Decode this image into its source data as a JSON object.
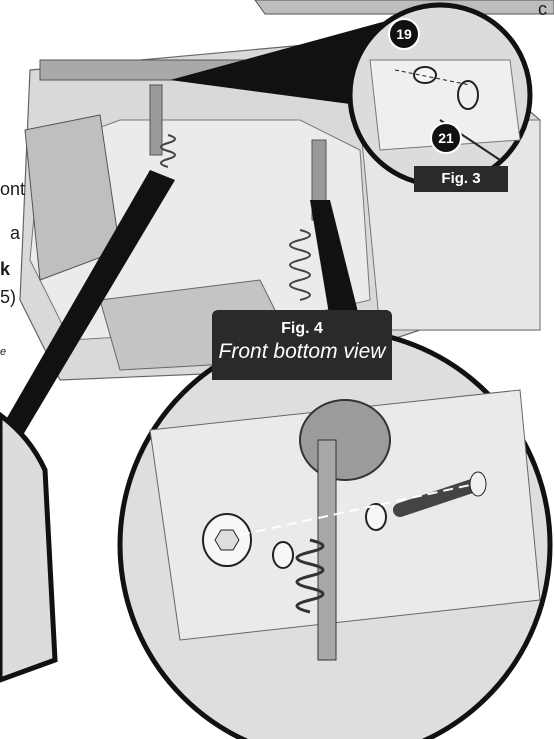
{
  "top_fragment": "c",
  "left_text_fragments": [
    "ont",
    "a",
    "k",
    "5)",
    "e"
  ],
  "fig3": {
    "label": "Fig. 3",
    "callouts": [
      "19",
      "21"
    ]
  },
  "fig4": {
    "label": "Fig. 4",
    "caption": "Front bottom view"
  },
  "colors": {
    "line_art": "#1a1a1a",
    "shade": "#cfcfcf",
    "banner": "#2a2a2a"
  }
}
